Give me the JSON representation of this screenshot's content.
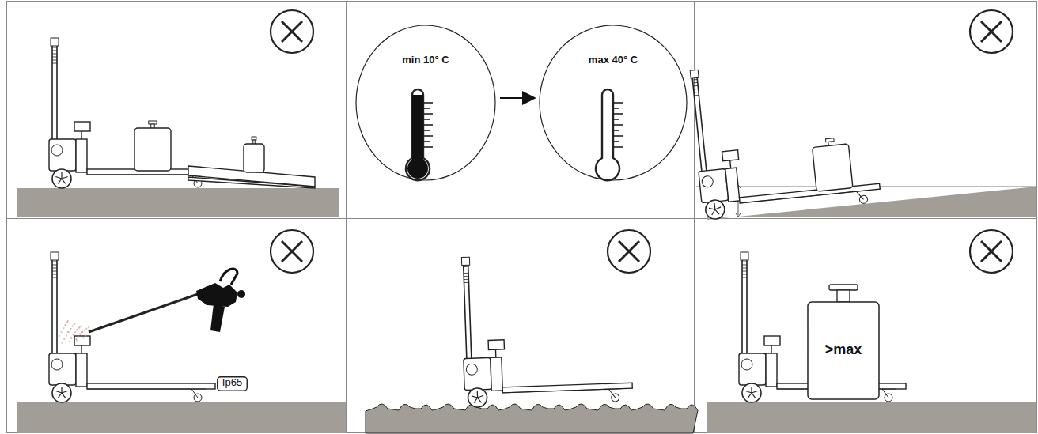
{
  "diagram": {
    "nodes": [
      {
        "text": [
          "min 10° C"
        ]
      },
      {
        "text": [
          "max 40° C"
        ]
      },
      {
        "text": [
          "Ip65"
        ]
      },
      {
        "text": [
          ">max"
        ]
      }
    ],
    "edges": [
      {
        "from": 0,
        "to": 1,
        "arrow": "to"
      }
    ]
  }
}
